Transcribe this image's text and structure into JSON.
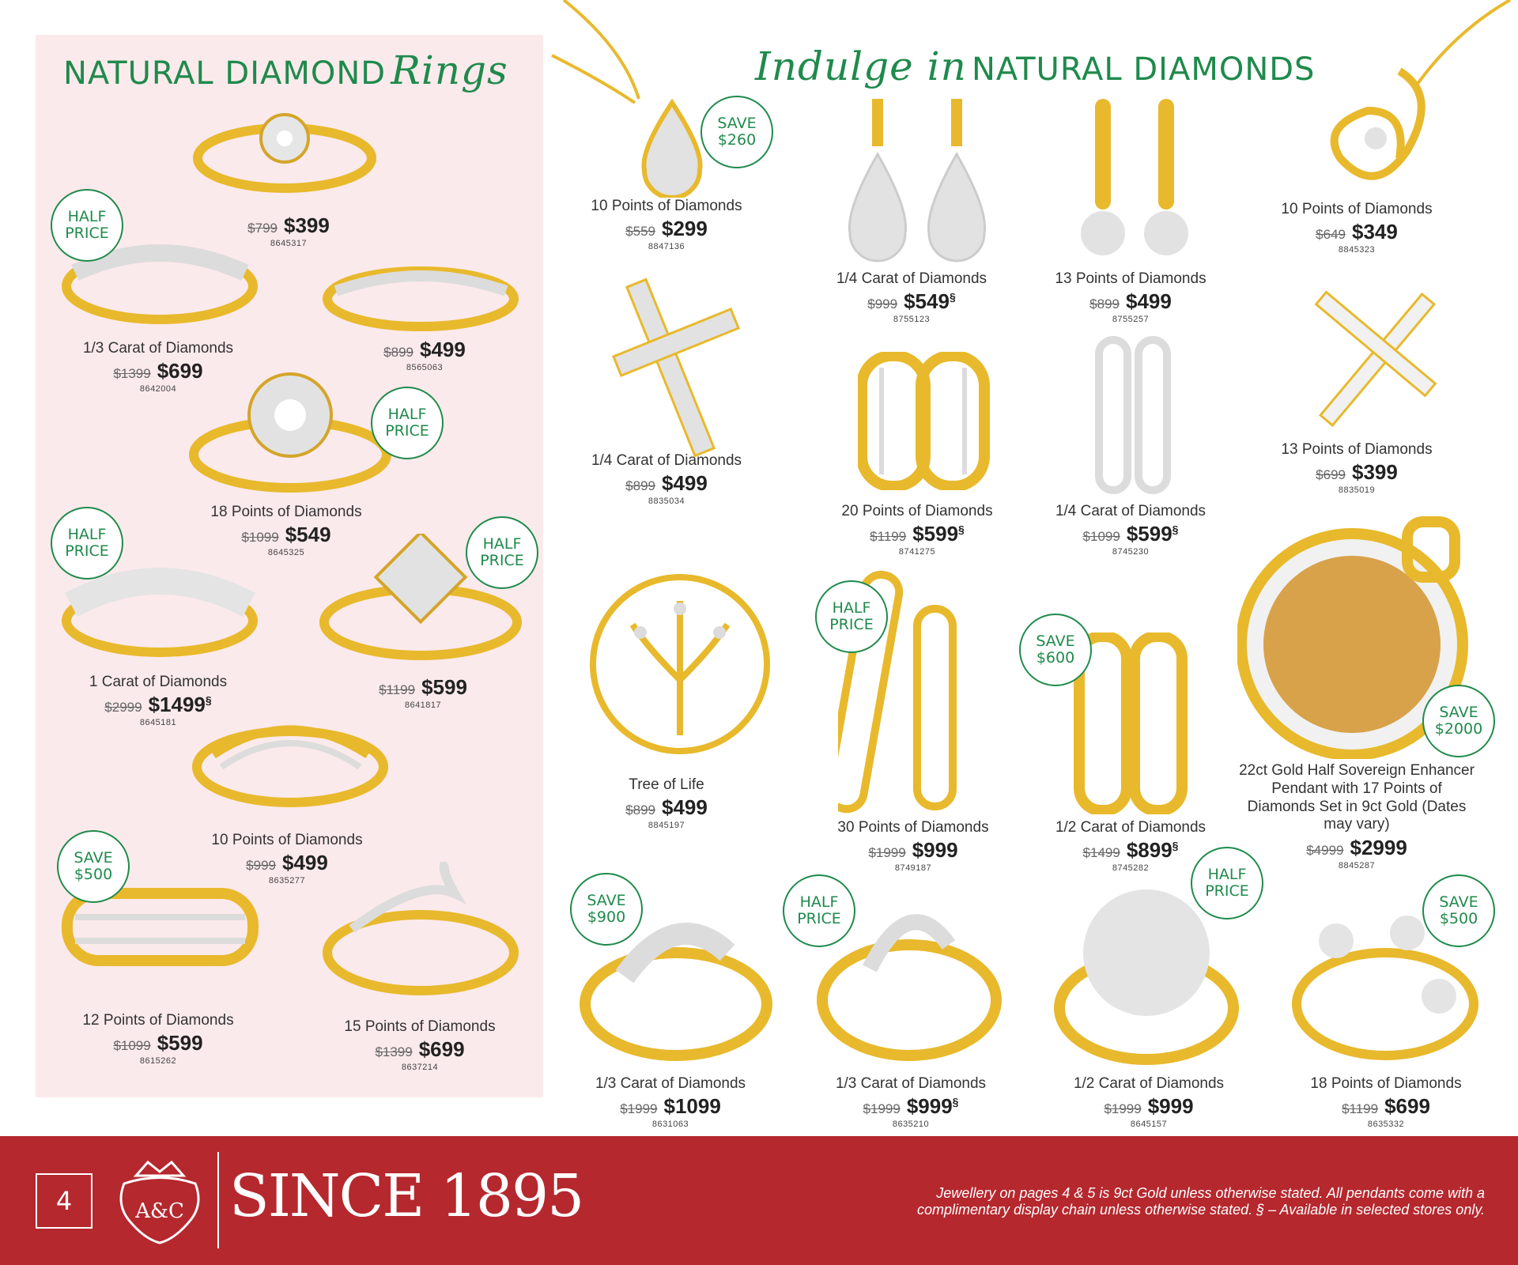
{
  "headings": {
    "left_plain": "NATURAL DIAMOND",
    "left_script": "Rings",
    "right_script": "Indulge in",
    "right_plain": "NATURAL DIAMONDS"
  },
  "products": [
    {
      "id": "p1",
      "title": "",
      "was": "$799",
      "now": "$399",
      "mark": "",
      "code": "8645317"
    },
    {
      "id": "p2",
      "title": "1/3 Carat of Diamonds",
      "was": "$1399",
      "now": "$699",
      "mark": "",
      "code": "8642004"
    },
    {
      "id": "p3",
      "title": "",
      "was": "$899",
      "now": "$499",
      "mark": "",
      "code": "8565063"
    },
    {
      "id": "p4",
      "title": "18 Points of Diamonds",
      "was": "$1099",
      "now": "$549",
      "mark": "",
      "code": "8645325"
    },
    {
      "id": "p5",
      "title": "1 Carat of Diamonds",
      "was": "$2999",
      "now": "$1499",
      "mark": "§",
      "code": "8645181"
    },
    {
      "id": "p6",
      "title": "",
      "was": "$1199",
      "now": "$599",
      "mark": "",
      "code": "8641817"
    },
    {
      "id": "p7",
      "title": "10 Points of Diamonds",
      "was": "$999",
      "now": "$499",
      "mark": "",
      "code": "8635277"
    },
    {
      "id": "p8",
      "title": "12 Points of Diamonds",
      "was": "$1099",
      "now": "$599",
      "mark": "",
      "code": "8615262"
    },
    {
      "id": "p9",
      "title": "15 Points of Diamonds",
      "was": "$1399",
      "now": "$699",
      "mark": "",
      "code": "8637214"
    },
    {
      "id": "p10",
      "title": "10 Points of Diamonds",
      "was": "$559",
      "now": "$299",
      "mark": "",
      "code": "8847136"
    },
    {
      "id": "p11",
      "title": "1/4 Carat of Diamonds",
      "was": "$999",
      "now": "$549",
      "mark": "§",
      "code": "8755123"
    },
    {
      "id": "p12",
      "title": "13 Points of Diamonds",
      "was": "$899",
      "now": "$499",
      "mark": "",
      "code": "8755257"
    },
    {
      "id": "p13",
      "title": "10 Points of Diamonds",
      "was": "$649",
      "now": "$349",
      "mark": "",
      "code": "8845323"
    },
    {
      "id": "p14",
      "title": "1/4 Carat of Diamonds",
      "was": "$899",
      "now": "$499",
      "mark": "",
      "code": "8835034"
    },
    {
      "id": "p15",
      "title": "20 Points of Diamonds",
      "was": "$1199",
      "now": "$599",
      "mark": "§",
      "code": "8741275"
    },
    {
      "id": "p16",
      "title": "1/4 Carat of Diamonds",
      "was": "$1099",
      "now": "$599",
      "mark": "§",
      "code": "8745230"
    },
    {
      "id": "p17",
      "title": "13 Points of Diamonds",
      "was": "$699",
      "now": "$399",
      "mark": "",
      "code": "8835019"
    },
    {
      "id": "p18",
      "title": "Tree of Life",
      "was": "$899",
      "now": "$499",
      "mark": "",
      "code": "8845197"
    },
    {
      "id": "p19",
      "title": "30 Points of Diamonds",
      "was": "$1999",
      "now": "$999",
      "mark": "",
      "code": "8749187"
    },
    {
      "id": "p20",
      "title": "1/2 Carat of Diamonds",
      "was": "$1499",
      "now": "$899",
      "mark": "§",
      "code": "8745282"
    },
    {
      "id": "p21",
      "title": "22ct Gold Half Sovereign Enhancer Pendant with 17 Points of Diamonds Set in 9ct Gold (Dates may vary)",
      "was": "$4999",
      "now": "$2999",
      "mark": "",
      "code": "8845287"
    },
    {
      "id": "p22",
      "title": "1/3 Carat of Diamonds",
      "was": "$1999",
      "now": "$1099",
      "mark": "",
      "code": "8631063"
    },
    {
      "id": "p23",
      "title": "1/3 Carat of Diamonds",
      "was": "$1999",
      "now": "$999",
      "mark": "§",
      "code": "8635210"
    },
    {
      "id": "p24",
      "title": "1/2 Carat of Diamonds",
      "was": "$1999",
      "now": "$999",
      "mark": "",
      "code": "8645157"
    },
    {
      "id": "p25",
      "title": "18 Points of Diamonds",
      "was": "$1199",
      "now": "$699",
      "mark": "",
      "code": "8635332"
    }
  ],
  "badges": [
    {
      "line1": "HALF",
      "line2": "PRICE"
    },
    {
      "line1": "HALF",
      "line2": "PRICE"
    },
    {
      "line1": "HALF",
      "line2": "PRICE"
    },
    {
      "line1": "HALF",
      "line2": "PRICE"
    },
    {
      "line1": "SAVE",
      "line2": "$500"
    },
    {
      "line1": "SAVE",
      "line2": "$260"
    },
    {
      "line1": "HALF",
      "line2": "PRICE"
    },
    {
      "line1": "SAVE",
      "line2": "$600"
    },
    {
      "line1": "SAVE",
      "line2": "$2000"
    },
    {
      "line1": "SAVE",
      "line2": "$900"
    },
    {
      "line1": "HALF",
      "line2": "PRICE"
    },
    {
      "line1": "HALF",
      "line2": "PRICE"
    },
    {
      "line1": "SAVE",
      "line2": "$500"
    }
  ],
  "footer": {
    "page_number": "4",
    "crest_text": "A&C",
    "since": "SINCE 1895",
    "disclaimer": "Jewellery on pages 4 & 5 is 9ct Gold unless otherwise stated.  All pendants come with a complimentary display chain unless otherwise stated. § – Available in selected stores only."
  },
  "colors": {
    "accent_green": "#1f8a4c",
    "footer_red": "#b5282e",
    "panel_pink": "#fbeaec",
    "gold": "#e8b92c"
  }
}
